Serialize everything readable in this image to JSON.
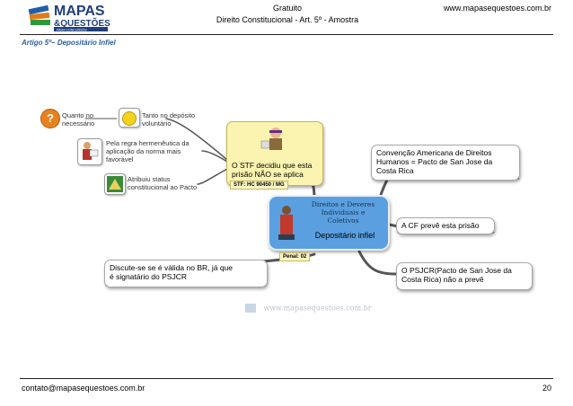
{
  "header": {
    "logo_line1": "MAPAS",
    "logo_line2": "&QUESTÕES",
    "logo_tagline": "PARA CONCURSOS",
    "gratuito": "Gratuito",
    "subtitle": "Direito Constitucional - Art. 5º - Amostra",
    "site_url": "www.mapasequestoes.com.br"
  },
  "page_title": "Artigo 5º– Depositário Infiel",
  "mindmap": {
    "central": {
      "line1": "Direitos e Deveres",
      "line2": "Individuais e",
      "line3": "Coletivos",
      "main": "Depositário infiel",
      "tag": "Penal: 02"
    },
    "stf_node": {
      "line1": "O STF decidiu que esta",
      "line2": "prisão NÃO se aplica",
      "tag": "STF: HC 90450 / MG"
    },
    "left_leaves": [
      {
        "line1": "Quanto no",
        "line2": "necessário"
      },
      {
        "line1": "Tanto no depósito",
        "line2": "voluntário"
      },
      {
        "line1": "Pela regra hermenêutica da",
        "line2": "aplicação da norma mais",
        "line3": "favorável"
      },
      {
        "line1": "Atribuiu status",
        "line2": "constitucional ao Pacto"
      }
    ],
    "right_nodes": [
      {
        "line1": "Convenção Americana de Direitos",
        "line2": "Humanos = Pacto de San Jose da",
        "line3": "Costa Rica"
      },
      {
        "line1": "A CF prevê esta prisão"
      },
      {
        "line1": "O PSJCR(Pacto de San Jose da",
        "line2": "Costa Rica) não a prevê"
      }
    ],
    "bottom_left": {
      "line1": "Discute-se se é válida no BR, já que",
      "line2": "é signatário do PSJCR"
    },
    "watermark": "www.mapasequestoes.com.br"
  },
  "footer": {
    "email": "contato@mapasequestoes.com.br",
    "page_number": "20"
  },
  "colors": {
    "title_blue": "#2c5e9e",
    "central_blue": "#5aa0e0",
    "branch_dark": "#555555",
    "stf_yellow": "#fbf4b0"
  }
}
